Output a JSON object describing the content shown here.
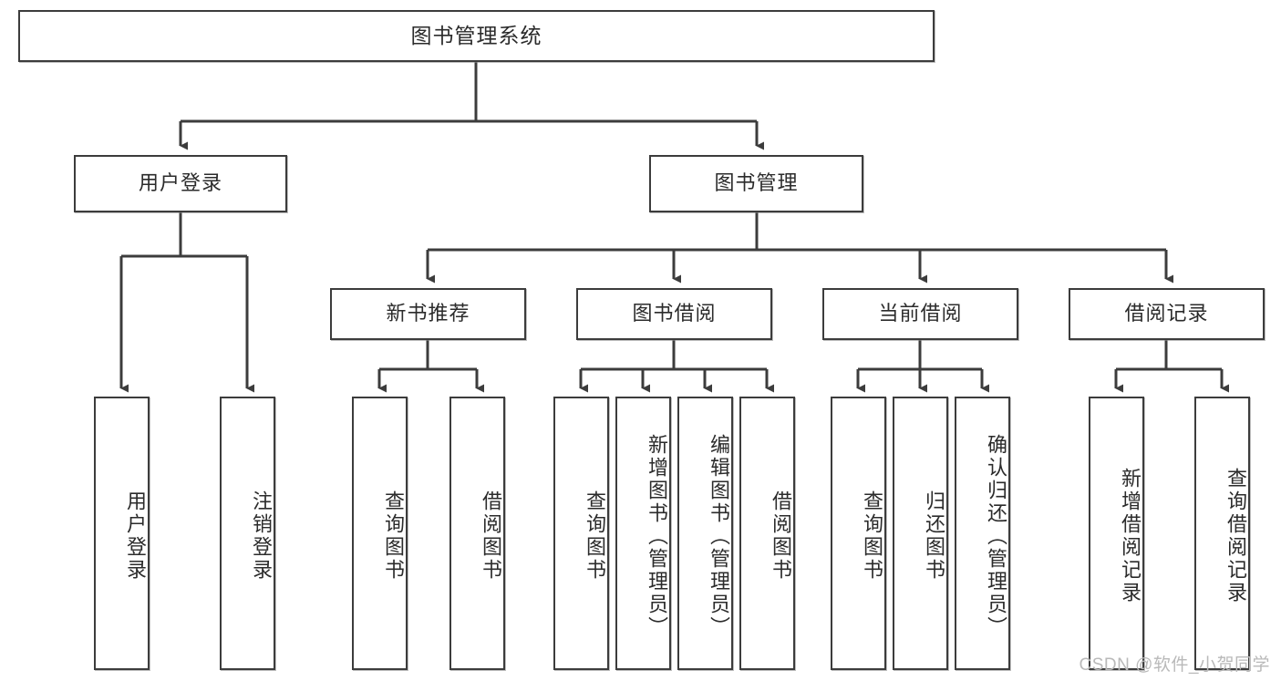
{
  "diagram": {
    "type": "tree-hierarchy",
    "title": "图书管理系统",
    "root": {
      "id": "root",
      "label": "图书管理系统"
    },
    "level2": [
      {
        "id": "user-login",
        "label": "用户登录"
      },
      {
        "id": "book-manage",
        "label": "图书管理"
      }
    ],
    "level3": [
      {
        "id": "new-book-rec",
        "label": "新书推荐",
        "parent": "book-manage"
      },
      {
        "id": "book-borrow",
        "label": "图书借阅",
        "parent": "book-manage"
      },
      {
        "id": "current-borrow",
        "label": "当前借阅",
        "parent": "book-manage"
      },
      {
        "id": "borrow-record",
        "label": "借阅记录",
        "parent": "book-manage"
      }
    ],
    "leaves": {
      "user_login": [
        {
          "id": "leaf-user-login",
          "label": "用户登录"
        },
        {
          "id": "leaf-logout-login",
          "label": "注销登录"
        }
      ],
      "new_book_rec": [
        {
          "id": "leaf-query-book-1",
          "label": "查询图书"
        },
        {
          "id": "leaf-borrow-book-1",
          "label": "借阅图书"
        }
      ],
      "book_borrow": [
        {
          "id": "leaf-query-book-2",
          "label": "查询图书"
        },
        {
          "id": "leaf-add-book",
          "label": "新增图书（管理员）"
        },
        {
          "id": "leaf-edit-book",
          "label": "编辑图书（管理员）"
        },
        {
          "id": "leaf-borrow-book-2",
          "label": "借阅图书"
        }
      ],
      "current_borrow": [
        {
          "id": "leaf-query-book-3",
          "label": "查询图书"
        },
        {
          "id": "leaf-return-book",
          "label": "归还图书"
        },
        {
          "id": "leaf-confirm-return",
          "label": "确认归还（管理员）"
        }
      ],
      "borrow_record": [
        {
          "id": "leaf-add-record",
          "label": "新增借阅记录"
        },
        {
          "id": "leaf-query-record",
          "label": "查询借阅记录"
        }
      ]
    }
  },
  "watermark": {
    "text": "CSDN @软件_小贺同学"
  },
  "colors": {
    "stroke": "#3c3c3c",
    "fill": "#ffffff",
    "text": "#2b2b2b",
    "watermark": "#b9b9b9"
  }
}
